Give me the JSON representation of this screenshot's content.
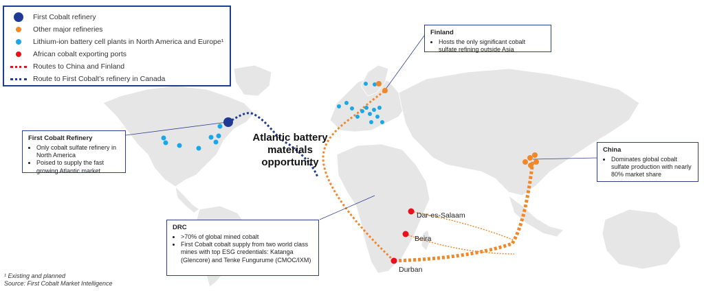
{
  "legend": [
    {
      "label": "First Cobalt refinery",
      "symbol": "big-navy-dot",
      "color": "#1f3a93"
    },
    {
      "label": "Other major refineries",
      "symbol": "orange-dot",
      "color": "#f0882a"
    },
    {
      "label": "Lithium-ion battery cell plants in North America and Europe¹",
      "symbol": "cyan-dot",
      "color": "#1aa7e8"
    },
    {
      "label": "African cobalt exporting ports",
      "symbol": "red-dot",
      "color": "#e8101a"
    },
    {
      "label": "Routes to China and Finland",
      "symbol": "red-dotted-line",
      "color": "#e8101a"
    },
    {
      "label": "Route to First Cobalt’s refinery in Canada",
      "symbol": "navy-dotted-line",
      "color": "#1f3a93"
    }
  ],
  "callouts": {
    "finland": {
      "title": "Finland",
      "bullets": [
        "Hosts the only significant cobalt sulfate refining outside Asia"
      ]
    },
    "first_cobalt": {
      "title": "First Cobalt Refinery",
      "bullets": [
        "Only cobalt sulfate refinery in North America",
        "Poised to supply the fast growing Atlantic market"
      ]
    },
    "china": {
      "title": "China",
      "bullets": [
        "Dominates global cobalt sulfate production with nearly 80% market share"
      ]
    },
    "drc": {
      "title": "DRC",
      "bullets": [
        ">70% of global mined cobalt",
        "First Cobalt cobalt supply from two world class mines with top ESG credentials: Katanga (Glencore) and Tenke Fungurume (CMOC/IXM)"
      ]
    }
  },
  "map_label": "Atlantic battery materials opportunity",
  "ports": {
    "dar": "Dar-es-Salaam",
    "beira": "Beira",
    "durban": "Durban"
  },
  "footnotes": {
    "existing": "¹ Existing and planned",
    "source": "Source: First Cobalt Market Intelligence"
  },
  "colors": {
    "navy": "#1f3a93",
    "orange": "#f0882a",
    "cyan": "#1aa7e8",
    "red": "#e8101a",
    "land": "#e6e6e6"
  }
}
